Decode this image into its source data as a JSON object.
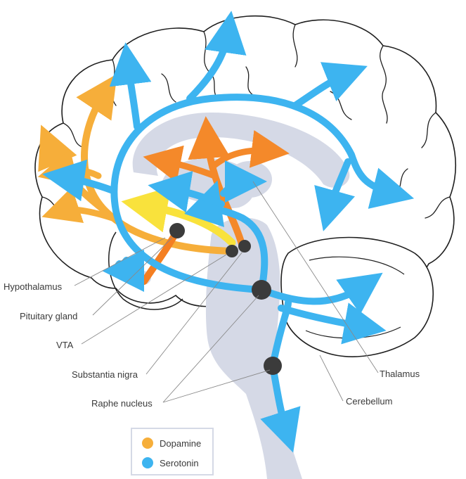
{
  "labels": {
    "hypothalamus": "Hypothalamus",
    "pituitary": "Pituitary gland",
    "vta": "VTA",
    "substantia_nigra": "Substantia nigra",
    "raphe": "Raphe nucleus",
    "thalamus": "Thalamus",
    "cerebellum": "Cerebellum"
  },
  "legend": {
    "items": [
      {
        "label": "Dopamine",
        "color": "#f6ae3a"
      },
      {
        "label": "Serotonin",
        "color": "#3db4f0"
      }
    ]
  },
  "colors": {
    "dopamine": "#f6ae3a",
    "dopamine_dark": "#f47f22",
    "dopamine_yellow": "#f9e23c",
    "serotonin": "#3db4f0",
    "structure": "#d5d9e6",
    "outline": "#1f1f1f",
    "nucleus": "#3b3b3b"
  }
}
